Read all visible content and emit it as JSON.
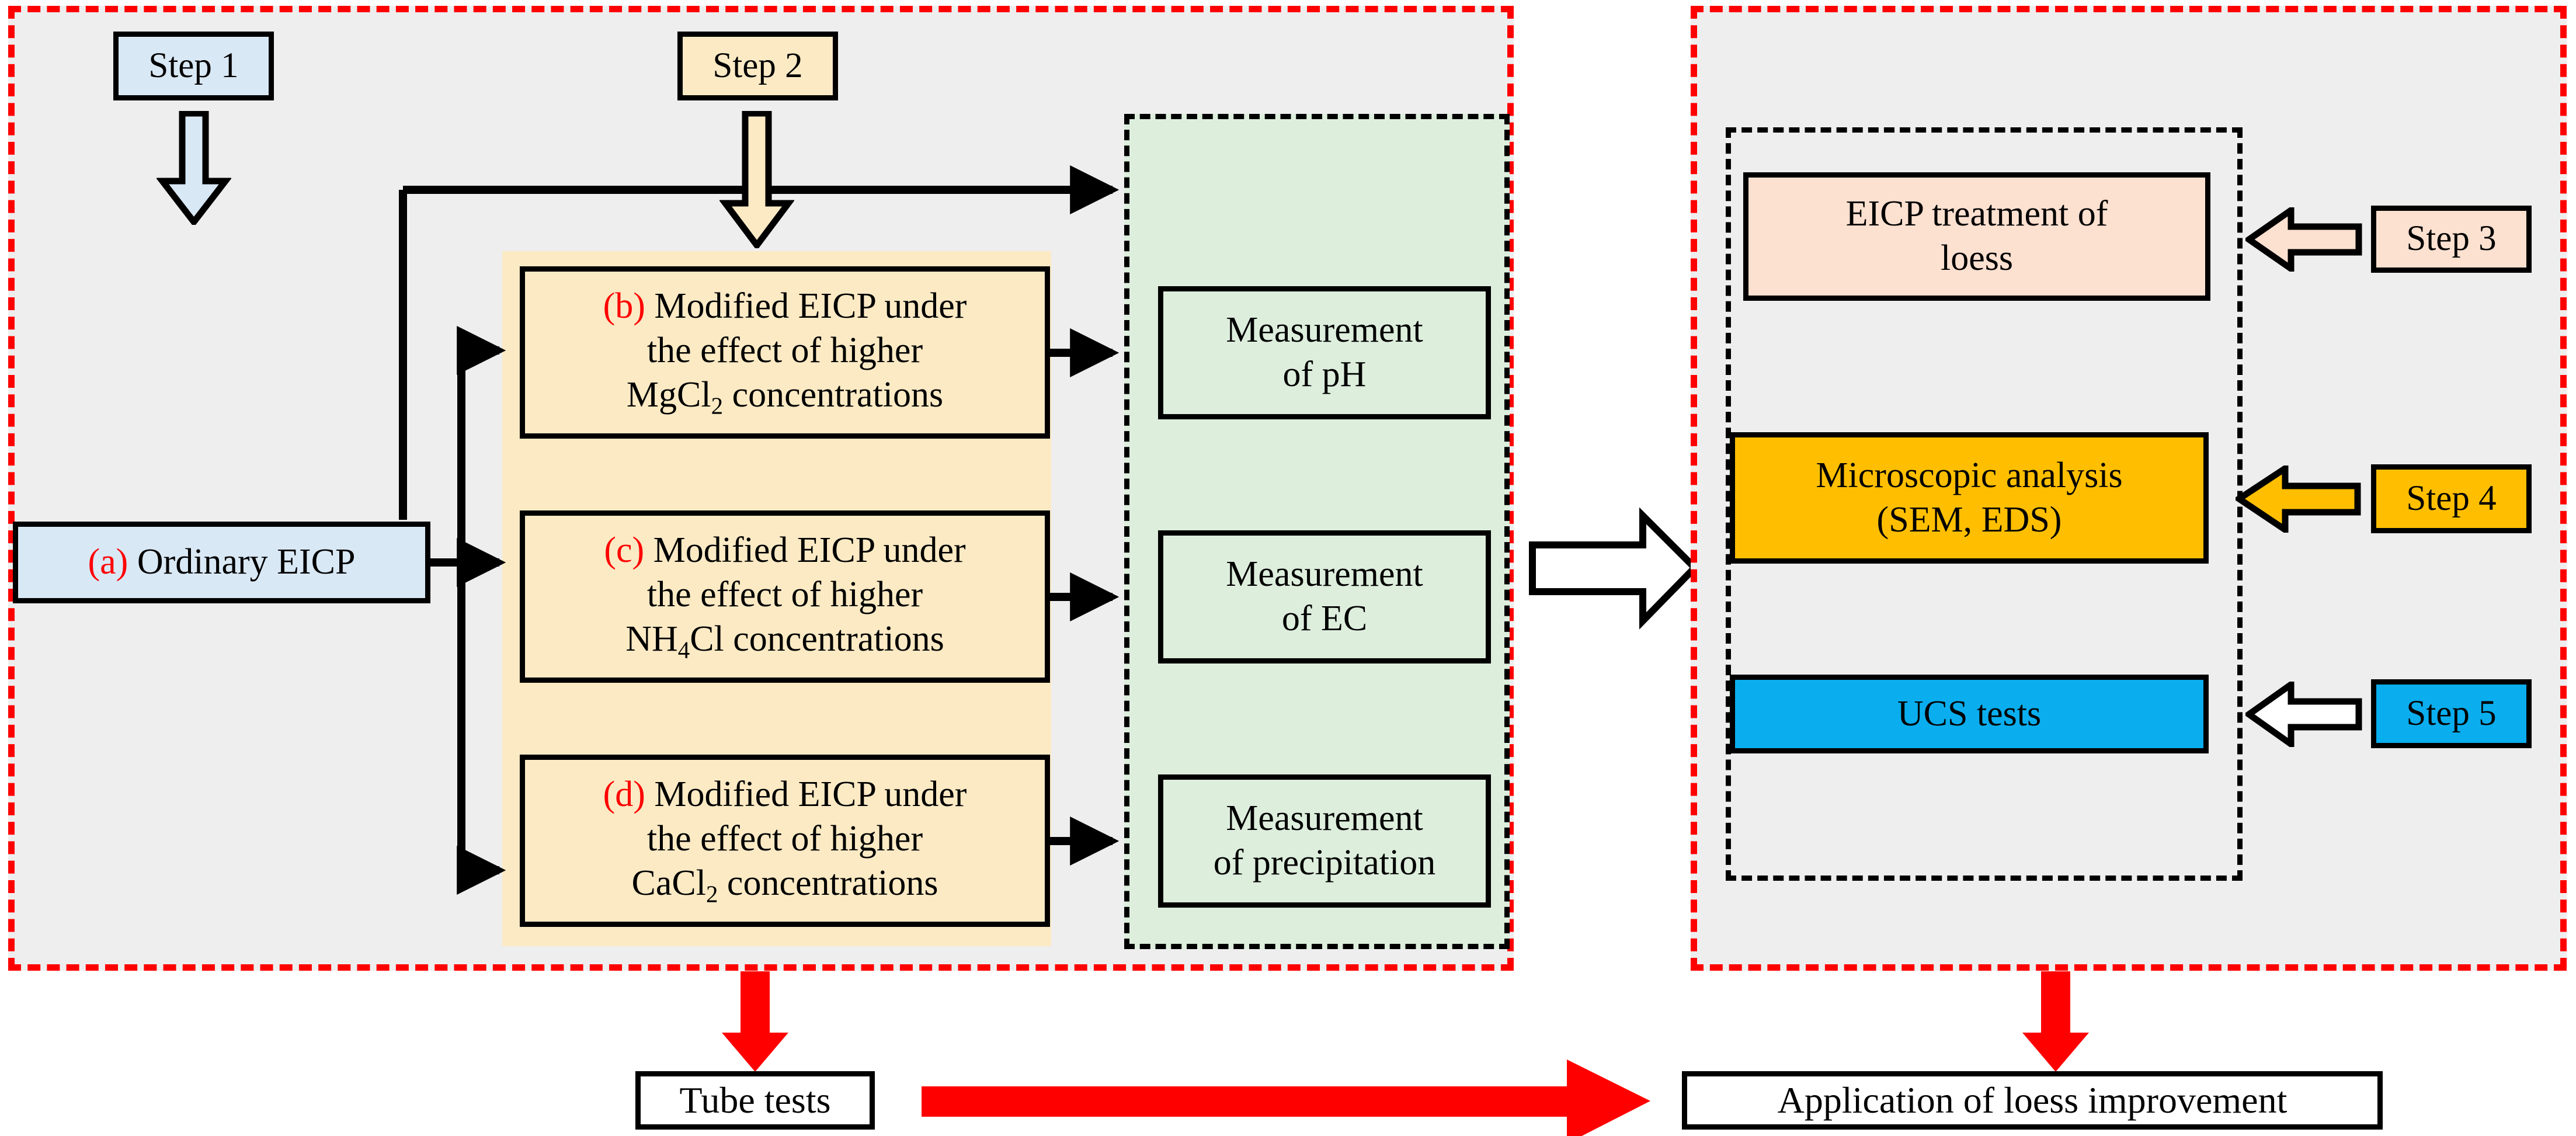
{
  "diagram": {
    "title": "EICP loess improvement research flowchart",
    "colors": {
      "panel_border": "#ff0000",
      "panel_fill": "#eeeeee",
      "blue_fill": "#d9e8f5",
      "cream_fill": "#fbeac4",
      "green_fill": "#ddeedd",
      "peach_fill": "#fce0d0",
      "amber_fill": "#ffbf00",
      "cyan_fill": "#0aaeee",
      "accent_red": "#ff0000"
    }
  },
  "left_panel": {
    "step1": {
      "label": "Step 1"
    },
    "step2": {
      "label": "Step 2"
    },
    "ordinary": {
      "tag": "(a)",
      "text": "Ordinary EICP"
    },
    "modified": [
      {
        "tag": "(b)",
        "line1": "Modified EICP under",
        "line2": "the effect of higher",
        "line3_pre": "MgCl",
        "line3_sub": "2",
        "line3_post": " concentrations"
      },
      {
        "tag": "(c)",
        "line1": "Modified EICP under",
        "line2": "the effect of higher",
        "line3_pre": "NH",
        "line3_sub": "4",
        "line3_post": "Cl concentrations"
      },
      {
        "tag": "(d)",
        "line1": "Modified EICP under",
        "line2": "the effect of higher",
        "line3_pre": "CaCl",
        "line3_sub": "2",
        "line3_post": " concentrations"
      }
    ],
    "measurements": [
      {
        "line1": "Measurement",
        "line2": "of pH"
      },
      {
        "line1": "Measurement",
        "line2": "of EC"
      },
      {
        "line1": "Measurement",
        "line2": "of precipitation"
      }
    ]
  },
  "right_panel": {
    "treatment": {
      "line1": "EICP treatment of",
      "line2": "loess"
    },
    "microscopic": {
      "line1": "Microscopic analysis",
      "line2": "(SEM, EDS)"
    },
    "ucs": {
      "label": "UCS tests"
    },
    "step3": {
      "label": "Step 3"
    },
    "step4": {
      "label": "Step 4"
    },
    "step5": {
      "label": "Step 5"
    }
  },
  "bottom": {
    "tube_tests": {
      "label": "Tube tests"
    },
    "application": {
      "label": "Application of loess improvement"
    }
  }
}
